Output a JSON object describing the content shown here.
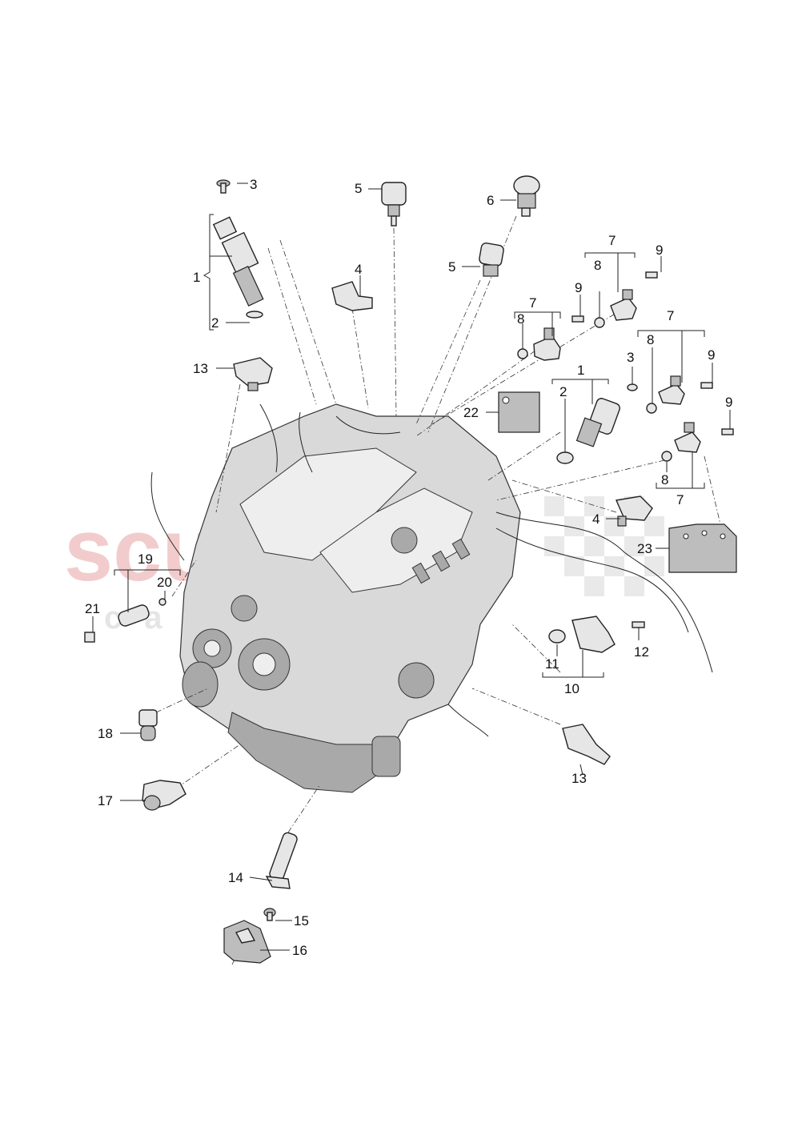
{
  "watermark": {
    "line1": "scuderia",
    "line2": "car parts",
    "color": "#e8a3a3"
  },
  "callouts": {
    "c1a": "1",
    "c2a": "2",
    "c3a": "3",
    "c4a": "4",
    "c5a": "5",
    "c5b": "5",
    "c6": "6",
    "c7a": "7",
    "c8a": "8",
    "c9a": "9",
    "c7b": "7",
    "c8b": "8",
    "c9b": "9",
    "c7c": "7",
    "c8c": "8",
    "c9c": "9",
    "c9d": "9",
    "c8d": "8",
    "c7d": "7",
    "c1b": "1",
    "c2b": "2",
    "c3b": "3",
    "c13a": "13",
    "c22": "22",
    "c4b": "4",
    "c23": "23",
    "c19": "19",
    "c20": "20",
    "c21": "21",
    "c10": "10",
    "c11": "11",
    "c12": "12",
    "c13b": "13",
    "c18": "18",
    "c17": "17",
    "c14": "14",
    "c15": "15",
    "c16": "16"
  }
}
